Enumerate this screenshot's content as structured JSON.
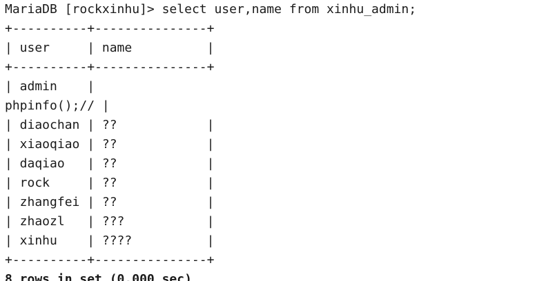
{
  "terminal": {
    "prompt": "MariaDB [rockxinhu]>",
    "command": "select user,name from xinhu_admin;",
    "border": "+----------+---------------+",
    "header_row": "| user     | name          |",
    "rows": [
      "| admin    |",
      "phpinfo();// |",
      "| diaochan | ??            |",
      "| xiaoqiao | ??            |",
      "| daqiao   | ??            |",
      "| rock     | ??            |",
      "| zhangfei | ??            |",
      "| zhaozl   | ???           |",
      "| xinhu    | ????          |"
    ],
    "footer": "8 rows in set (0.000 sec)"
  }
}
